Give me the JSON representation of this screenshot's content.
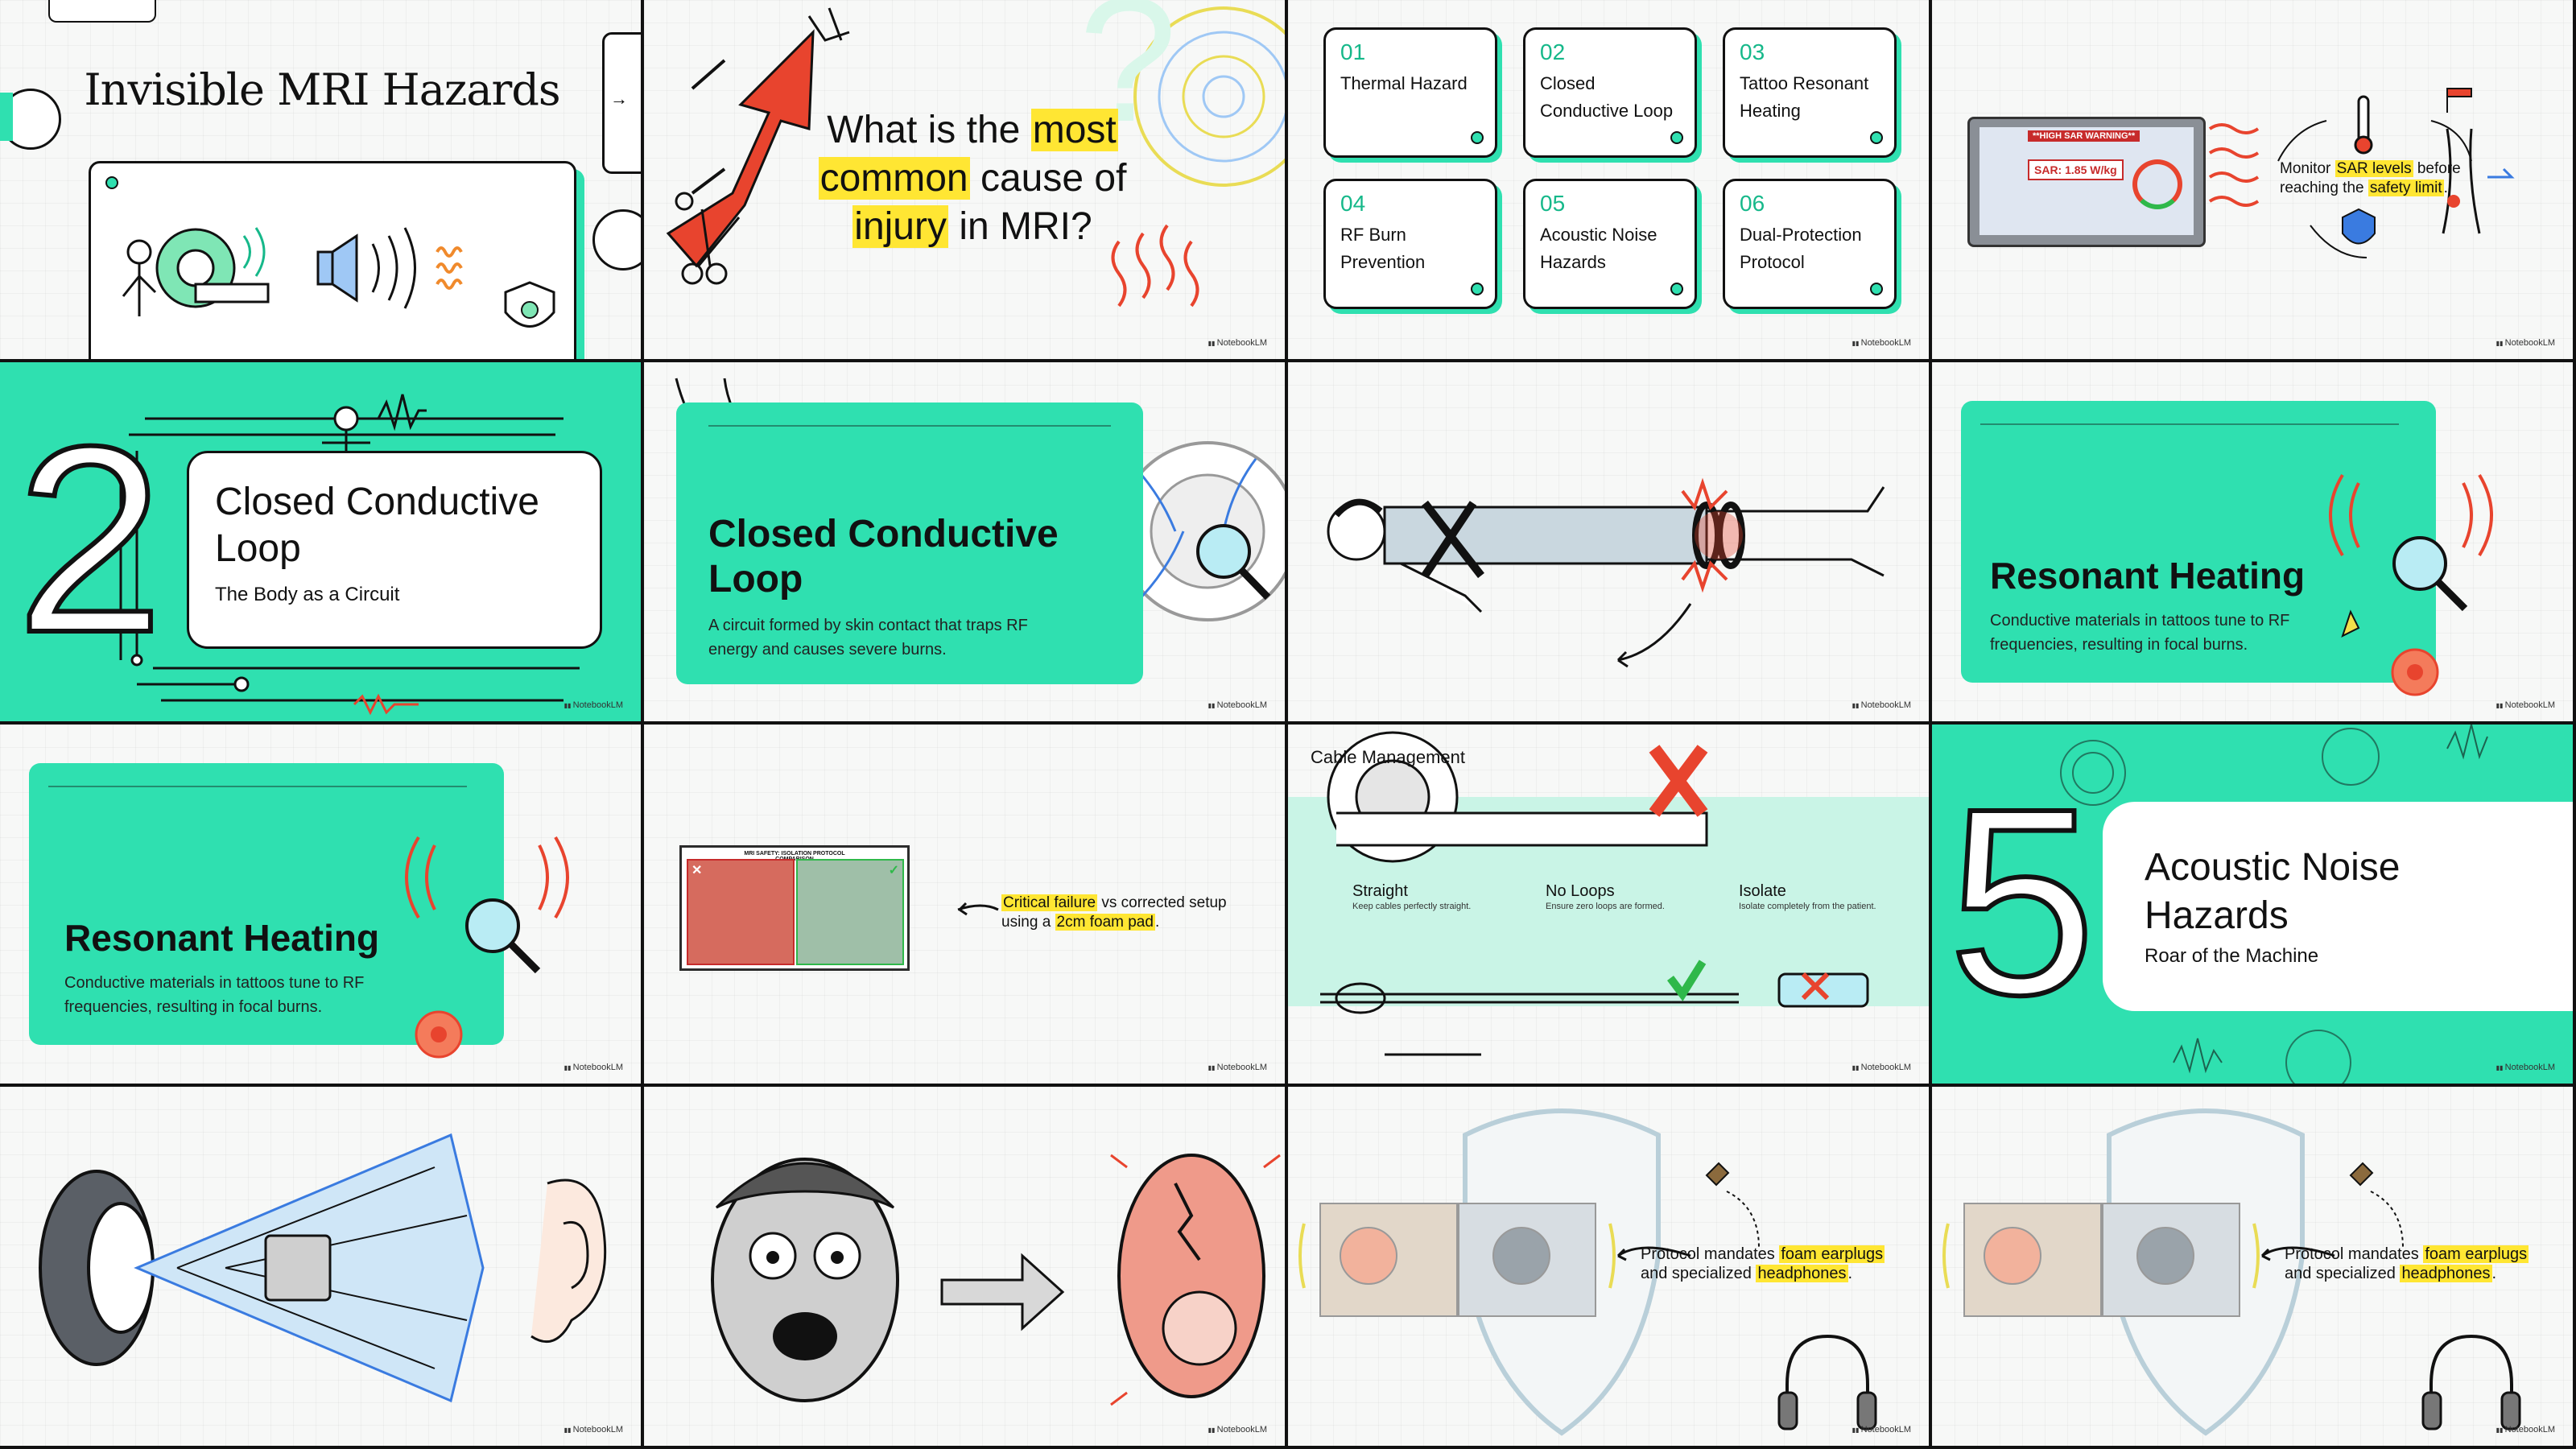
{
  "watermark": "NotebookLM",
  "s1": {
    "title": "Invisible MRI Hazards"
  },
  "s2": {
    "q_pre": "What is the ",
    "q_hl1": "most",
    "q_hl2": "common",
    "q_mid": " cause of",
    "q_hl3": "injury",
    "q_post": " in MRI?"
  },
  "s3": {
    "tiles": [
      {
        "num": "01",
        "label": "Thermal Hazard"
      },
      {
        "num": "02",
        "label": "Closed Conductive Loop"
      },
      {
        "num": "03",
        "label": "Tattoo Resonant Heating"
      },
      {
        "num": "04",
        "label": "RF Burn Prevention"
      },
      {
        "num": "05",
        "label": "Acoustic Noise Hazards"
      },
      {
        "num": "06",
        "label": "Dual-Protection Protocol"
      }
    ]
  },
  "s4": {
    "warning": "**HIGH SAR WARNING**",
    "sar": "SAR: 1.85 W/kg",
    "t1": "Monitor ",
    "hl1": "SAR levels",
    "t2": " before reaching the ",
    "hl2": "safety limit",
    "t3": "."
  },
  "s5": {
    "number": "2",
    "title": "Closed Conductive Loop",
    "subtitle": "The Body as a Circuit"
  },
  "s6": {
    "title": "Closed Conductive Loop",
    "body": "A circuit formed by skin contact that traps RF energy and causes severe burns."
  },
  "s8": {
    "title": "Resonant Heating",
    "body": "Conductive materials in tattoos tune to RF frequencies, resulting in focal burns."
  },
  "s9": {
    "title": "Resonant Heating",
    "body": "Conductive materials in tattoos tune to RF frequencies, resulting in focal burns."
  },
  "s10": {
    "panel_title": "MRI SAFETY: ISOLATION PROTOCOL COMPARISON",
    "hl1": "Critical failure",
    "t1": " vs corrected setup using a ",
    "hl2": "2cm foam pad",
    "t2": "."
  },
  "s11": {
    "title": "Cable Management",
    "items": [
      {
        "head": "Straight",
        "sub": "Keep cables perfectly straight."
      },
      {
        "head": "No Loops",
        "sub": "Ensure zero loops are formed."
      },
      {
        "head": "Isolate",
        "sub": "Isolate completely from the patient."
      }
    ]
  },
  "s12": {
    "number": "5",
    "title": "Acoustic Noise Hazards",
    "subtitle": "Roar of the Machine"
  },
  "s15": {
    "t1": "Protocol mandates ",
    "hl1": "foam earplugs",
    "t2": " and specialized ",
    "hl2": "headphones",
    "t3": "."
  },
  "s16": {
    "t1": "Protocol mandates ",
    "hl1": "foam earplugs",
    "t2": " and specialized ",
    "hl2": "headphones",
    "t3": "."
  },
  "colors": {
    "accent": "#2fe0b0",
    "highlight": "#ffe633",
    "danger": "#e8442e"
  }
}
